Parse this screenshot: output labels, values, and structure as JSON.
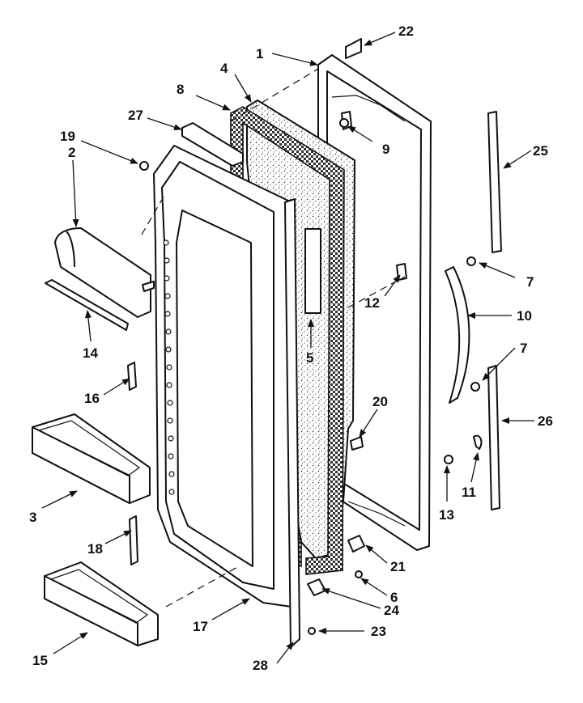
{
  "callouts": [
    "1",
    "2",
    "3",
    "4",
    "5",
    "6",
    "7",
    "7",
    "8",
    "9",
    "10",
    "11",
    "12",
    "13",
    "14",
    "15",
    "16",
    "17",
    "18",
    "19",
    "20",
    "21",
    "22",
    "23",
    "24",
    "25",
    "26",
    "27",
    "28"
  ]
}
